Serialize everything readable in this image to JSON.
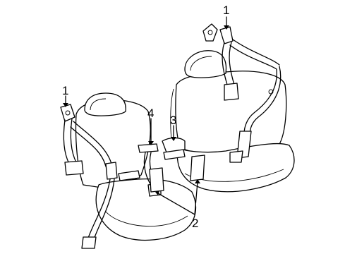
{
  "callouts": {
    "c1_top": "1",
    "c1_left": "1",
    "c2": "2",
    "c3": "3",
    "c4": "4"
  },
  "colors": {
    "line": "#000000",
    "background": "#ffffff"
  }
}
